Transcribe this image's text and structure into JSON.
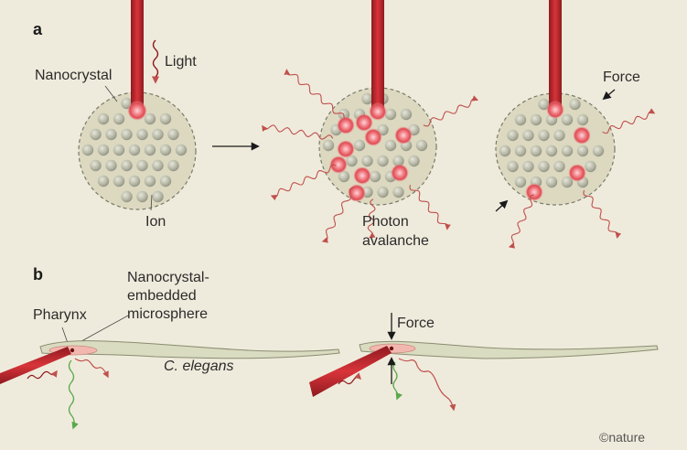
{
  "panels": {
    "a": "a",
    "b": "b"
  },
  "labels": {
    "light": "Light",
    "nanocrystal": "Nanocrystal",
    "ion": "Ion",
    "photon_line1": "Photon",
    "photon_line2": "avalanche",
    "force_a": "Force",
    "nano_line1": "Nanocrystal-",
    "nano_line2": "embedded",
    "nano_line3": "microsphere",
    "pharynx": "Pharynx",
    "species": "C. elegans",
    "force_b": "Force"
  },
  "credit": "©nature",
  "colors": {
    "background": "#efebdc",
    "crystal_fill": "#dcd9c0",
    "ion": "#b9baa8",
    "laser": "#c0272d",
    "glow": "#f08a8f",
    "emitted_photon": "#c0504d",
    "green_photon": "#5aa84a",
    "worm": "#d9dcc0"
  }
}
